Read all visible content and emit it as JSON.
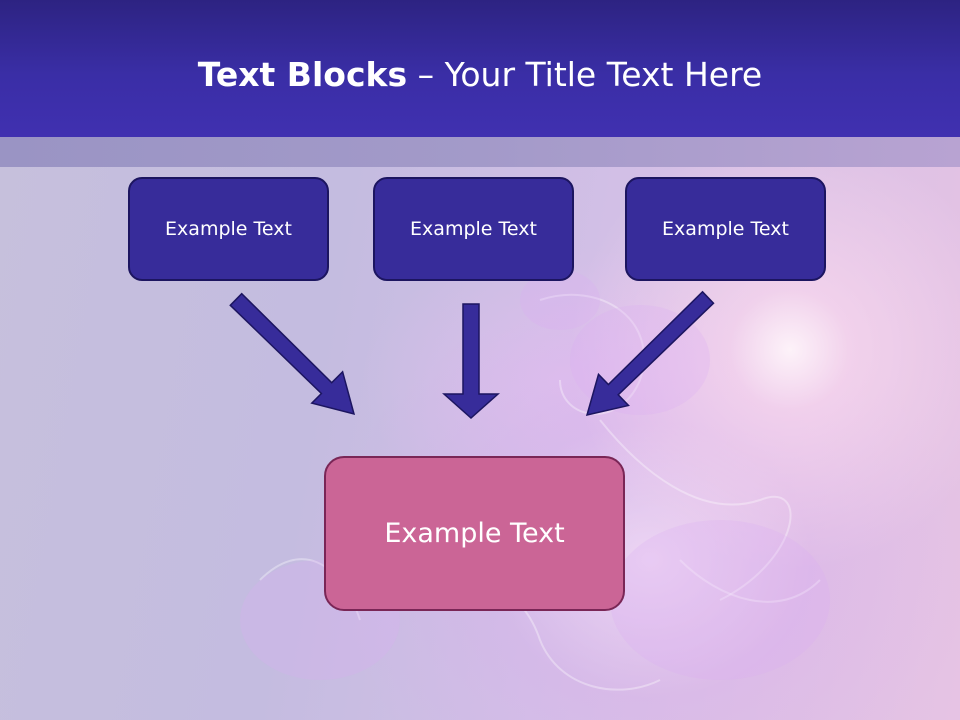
{
  "title": {
    "bold": "Text Blocks",
    "dash": " – ",
    "rest": "Your Title Text Here"
  },
  "boxes": {
    "top": [
      {
        "label": "Example Text"
      },
      {
        "label": "Example Text"
      },
      {
        "label": "Example Text"
      }
    ],
    "main": {
      "label": "Example Text"
    }
  },
  "colors": {
    "header": "#3a2ea6",
    "top_box_fill": "#372c9a",
    "main_box_fill": "#cb6596",
    "arrow_fill": "#372c9a"
  }
}
